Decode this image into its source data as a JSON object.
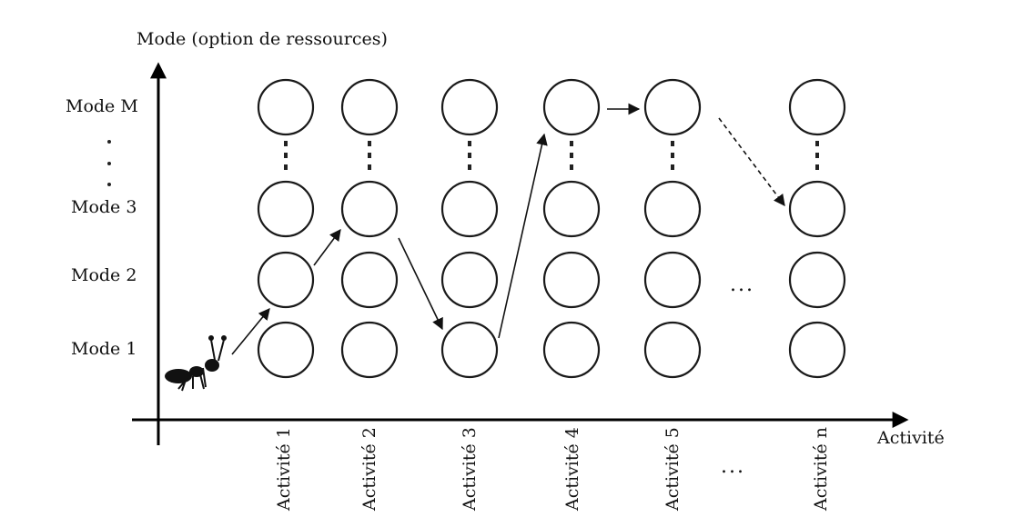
{
  "y_axis": {
    "label": "Mode (option de ressources)"
  },
  "x_axis": {
    "label": "Activité"
  },
  "modes": [
    {
      "key": "m1",
      "label": "Mode 1"
    },
    {
      "key": "m2",
      "label": "Mode 2"
    },
    {
      "key": "m3",
      "label": "Mode 3"
    },
    {
      "key": "mM",
      "label": "Mode M"
    }
  ],
  "activities": [
    {
      "key": "a1",
      "label": "Activité 1"
    },
    {
      "key": "a2",
      "label": "Activité 2"
    },
    {
      "key": "a3",
      "label": "Activité 3"
    },
    {
      "key": "a4",
      "label": "Activité 4"
    },
    {
      "key": "a5",
      "label": "Activité 5"
    },
    {
      "key": "an",
      "label": "Activité n"
    }
  ],
  "ellipsis": "...",
  "path": [
    {
      "from": "ant",
      "to": "a1-m2",
      "style": "solid"
    },
    {
      "from": "a1-m2",
      "to": "a2-m3",
      "style": "solid"
    },
    {
      "from": "a2-m3",
      "to": "a3-m1",
      "style": "solid"
    },
    {
      "from": "a3-m1",
      "to": "a4-mM",
      "style": "solid"
    },
    {
      "from": "a4-mM",
      "to": "a5-mM",
      "style": "solid"
    },
    {
      "from": "a5-mM",
      "to": "an-m3",
      "style": "dashed"
    }
  ],
  "colors": {
    "ink": "#111111",
    "background": "#ffffff"
  },
  "icons": {
    "agent": "ant-icon"
  }
}
